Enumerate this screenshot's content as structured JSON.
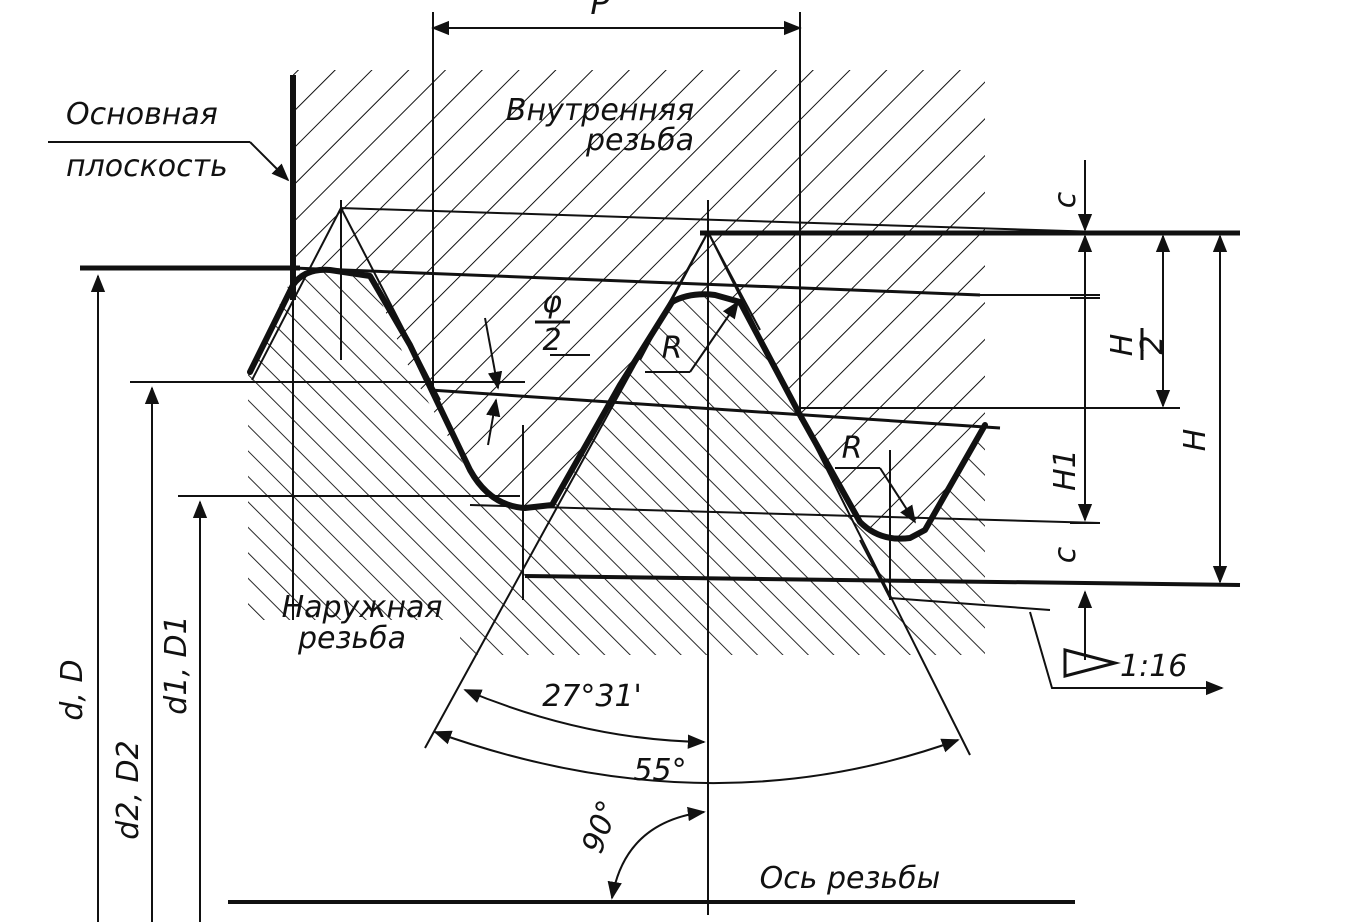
{
  "labels": {
    "pitch": "P",
    "basic_plane_line1": "Основная",
    "basic_plane_line2": "плоскость",
    "internal_thread_line1": "Внутренняя",
    "internal_thread_line2": "резьба",
    "external_thread_line1": "Наружная",
    "external_thread_line2": "резьба",
    "half_angle_num": "φ",
    "half_angle_den": "2",
    "radius_top": "R",
    "radius_bottom": "R",
    "dim_c_top": "c",
    "dim_h_half_num": "H",
    "dim_h_half_den": "2",
    "dim_h1": "H1",
    "dim_c_bottom": "c",
    "dim_h": "H",
    "taper": "1:16",
    "angle_half": "27°31'",
    "angle_full": "55°",
    "angle_right": "90°",
    "thread_axis": "Ось  резьбы",
    "dia_major": "d, D",
    "dia_pitch": "d2, D2",
    "dia_minor": "d1, D1"
  },
  "colors": {
    "ink": "#111111",
    "paper": "#ffffff"
  }
}
